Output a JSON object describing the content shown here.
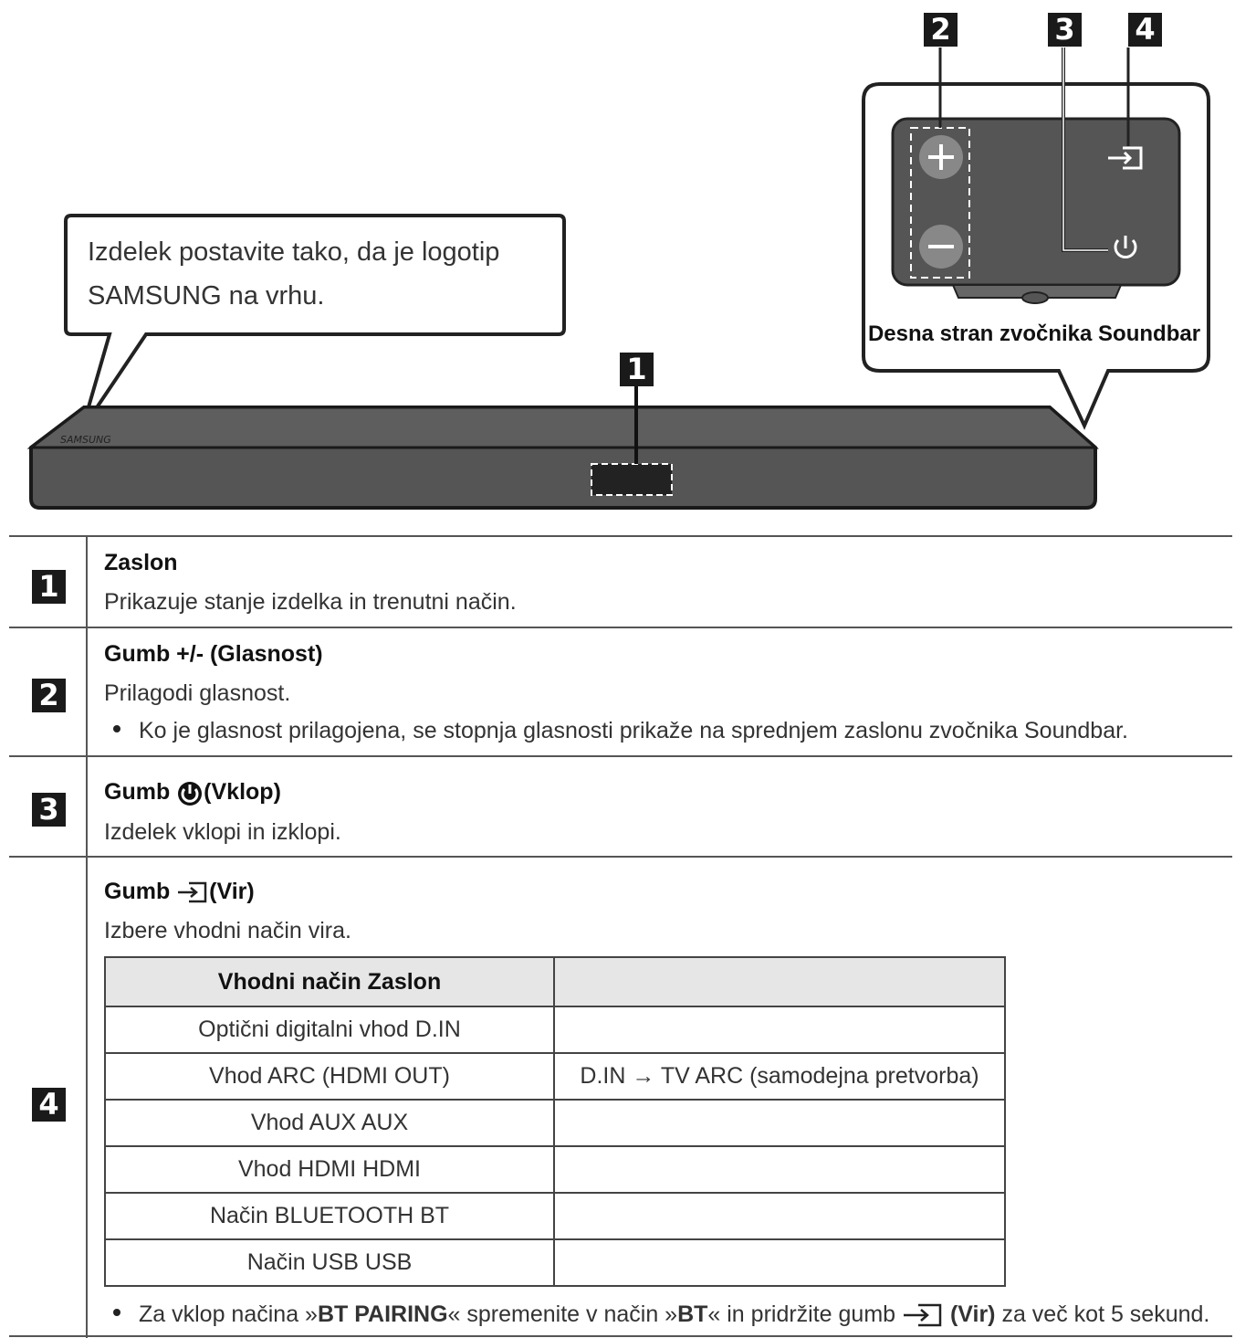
{
  "diagram": {
    "callout_text": "Izdelek postavite tako, da je logotip SAMSUNG na vrhu.",
    "side_label": "Desna stran zvočnika Soundbar",
    "badges": [
      "1",
      "2",
      "3",
      "4"
    ],
    "logo_text": "SAMSUNG"
  },
  "items": [
    {
      "num": "1",
      "title": "Zaslon",
      "desc": "Prikazuje stanje izdelka in trenutni način."
    },
    {
      "num": "2",
      "title": "Gumb +/- (Glasnost)",
      "desc": "Prilagodi glasnost.",
      "bullet": "Ko je glasnost prilagojena, se stopnja glasnosti prikaže na sprednjem zaslonu zvočnika Soundbar."
    },
    {
      "num": "3",
      "title_before": "Gumb",
      "title_after": "(Vklop)",
      "desc": "Izdelek vklopi in izklopi."
    },
    {
      "num": "4",
      "title_before": "Gumb",
      "title_after": "(Vir)",
      "desc": "Izbere vhodni način vira.",
      "table": {
        "headers": [
          "Vhodni način  Zaslon",
          ""
        ],
        "rows": [
          [
            "Optični digitalni vhod  D.IN",
            ""
          ],
          [
            "Vhod ARC (HDMI OUT)",
            "D.IN → TV ARC (samodejna pretvorba)"
          ],
          [
            "Vhod AUX  AUX",
            ""
          ],
          [
            "Vhod HDMI  HDMI",
            ""
          ],
          [
            "Način BLUETOOTH  BT",
            ""
          ],
          [
            "Način USB  USB",
            ""
          ]
        ]
      },
      "bullet_parts": {
        "p1": "Za vklop načina »",
        "b1": "BT PAIRING",
        "p2": "« spremenite v način »",
        "b2": "BT",
        "p3": "« in pridržite gumb",
        "b3": " (Vir)",
        "p4": " za več kot 5 sekund."
      }
    }
  ]
}
